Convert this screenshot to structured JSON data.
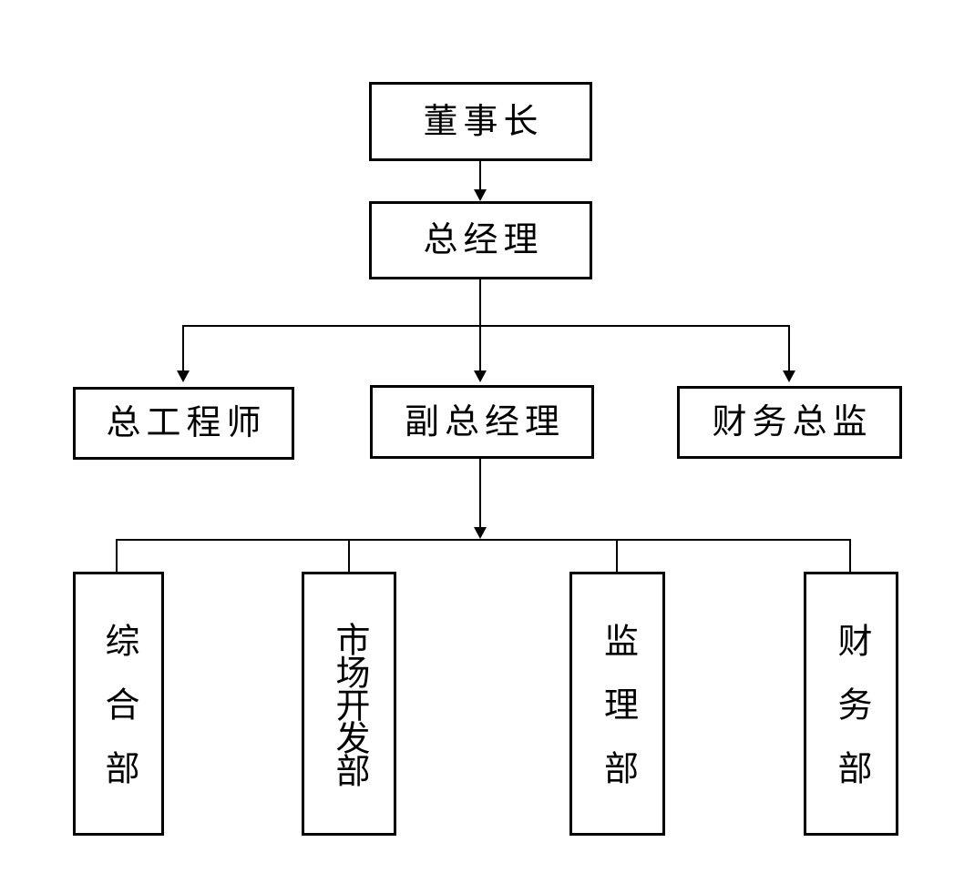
{
  "diagram": {
    "type": "org-chart",
    "background_color": "#ffffff",
    "line_color": "#000000",
    "box_border_color": "#000000",
    "text_color": "#000000",
    "nodes": [
      {
        "id": "chairman",
        "label": "董事长",
        "level": 1,
        "orientation": "horizontal"
      },
      {
        "id": "general-manager",
        "label": "总经理",
        "level": 2,
        "orientation": "horizontal"
      },
      {
        "id": "chief-engineer",
        "label": "总工程师",
        "level": 3,
        "orientation": "horizontal"
      },
      {
        "id": "deputy-general-manager",
        "label": "副总经理",
        "level": 3,
        "orientation": "horizontal"
      },
      {
        "id": "finance-director",
        "label": "财务总监",
        "level": 3,
        "orientation": "horizontal"
      },
      {
        "id": "general-department",
        "label": "综合部",
        "level": 4,
        "orientation": "vertical"
      },
      {
        "id": "market-development-department",
        "label": "市场开发部",
        "level": 4,
        "orientation": "vertical"
      },
      {
        "id": "supervision-department",
        "label": "监理部",
        "level": 4,
        "orientation": "vertical"
      },
      {
        "id": "finance-department",
        "label": "财务部",
        "level": 4,
        "orientation": "vertical"
      }
    ],
    "edges": [
      {
        "from": "chairman",
        "to": "general-manager",
        "arrowhead": true
      },
      {
        "from": "general-manager",
        "to": "chief-engineer",
        "arrowhead": true
      },
      {
        "from": "general-manager",
        "to": "deputy-general-manager",
        "arrowhead": true
      },
      {
        "from": "general-manager",
        "to": "finance-director",
        "arrowhead": true
      },
      {
        "from": "deputy-general-manager",
        "to": "general-department",
        "arrowhead": false
      },
      {
        "from": "deputy-general-manager",
        "to": "market-development-department",
        "arrowhead": false
      },
      {
        "from": "deputy-general-manager",
        "to": "supervision-department",
        "arrowhead": false
      },
      {
        "from": "deputy-general-manager",
        "to": "finance-department",
        "arrowhead": false
      }
    ]
  }
}
